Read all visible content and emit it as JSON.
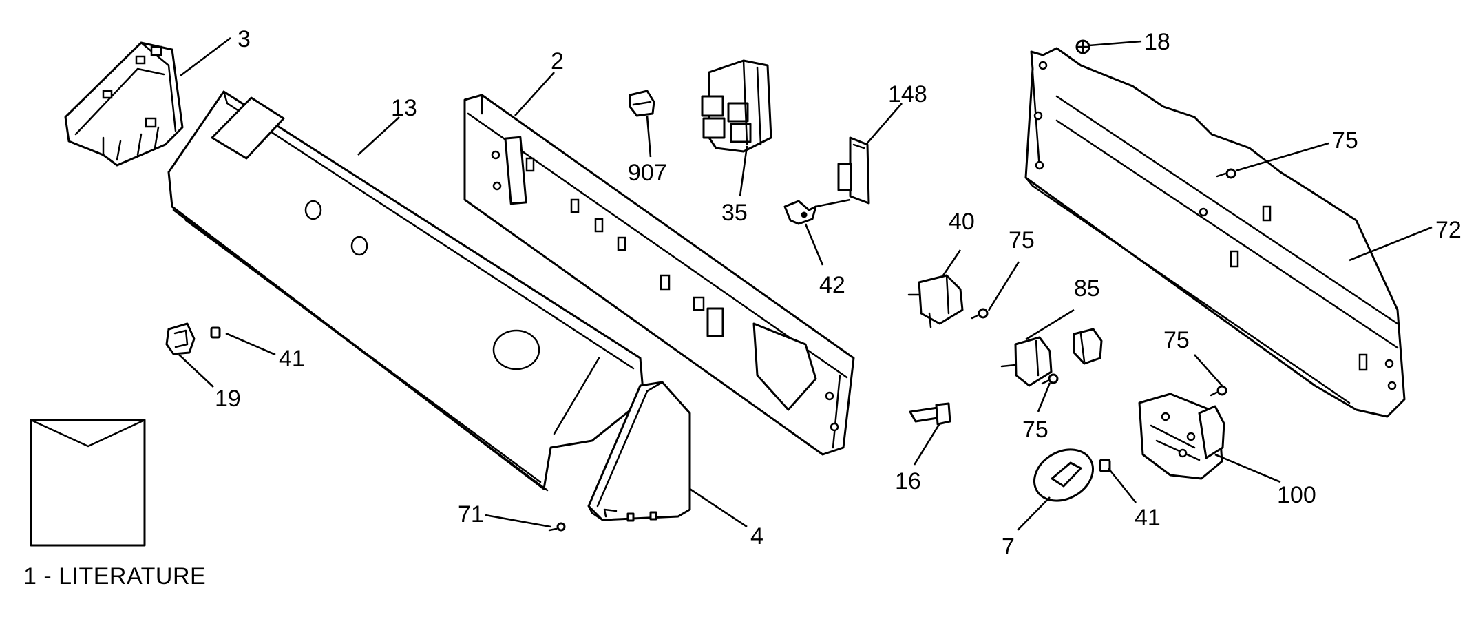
{
  "callouts": [
    {
      "id": "c3",
      "text": "3"
    },
    {
      "id": "c13",
      "text": "13"
    },
    {
      "id": "c2",
      "text": "2"
    },
    {
      "id": "c907",
      "text": "907"
    },
    {
      "id": "c35",
      "text": "35"
    },
    {
      "id": "c148",
      "text": "148"
    },
    {
      "id": "c42",
      "text": "42"
    },
    {
      "id": "c18",
      "text": "18"
    },
    {
      "id": "c75a",
      "text": "75"
    },
    {
      "id": "c72",
      "text": "72"
    },
    {
      "id": "c40",
      "text": "40"
    },
    {
      "id": "c75b",
      "text": "75"
    },
    {
      "id": "c85",
      "text": "85"
    },
    {
      "id": "c75c",
      "text": "75"
    },
    {
      "id": "c75d",
      "text": "75"
    },
    {
      "id": "c16",
      "text": "16"
    },
    {
      "id": "c100",
      "text": "100"
    },
    {
      "id": "c41a",
      "text": "41"
    },
    {
      "id": "c19",
      "text": "19"
    },
    {
      "id": "c71",
      "text": "71"
    },
    {
      "id": "c4",
      "text": "4"
    },
    {
      "id": "c41b",
      "text": "41"
    },
    {
      "id": "c7",
      "text": "7"
    }
  ],
  "literature_caption": "1 - LITERATURE"
}
